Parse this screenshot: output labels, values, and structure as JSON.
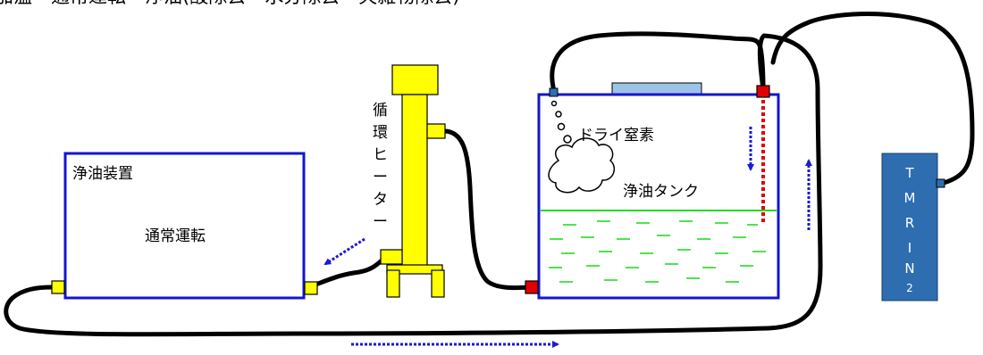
{
  "header": {
    "title": "加温・通常運転・浄油(酸除去・水分除去・夾雑物除去)"
  },
  "purifier": {
    "name": "浄油装置",
    "mode": "通常運転"
  },
  "heater": {
    "label_chars": [
      "循",
      "環",
      "ヒ",
      "ー",
      "タ",
      "ー"
    ]
  },
  "tank": {
    "name": "浄油タンク",
    "gas_label": "ドライ窒素"
  },
  "tmr": {
    "label_chars": [
      "T",
      "M",
      "R",
      "I",
      "N",
      "2"
    ]
  },
  "colors": {
    "border_blue": "#1414d2",
    "pipe_black": "#000000",
    "fitting_yellow": "#ffff00",
    "valve_red": "#e00000",
    "oil_green": "#22dd22",
    "arrow_blue": "#1a1ad4",
    "tmr_fill": "#2e6db0",
    "lid_fill": "#9dc3e6"
  }
}
